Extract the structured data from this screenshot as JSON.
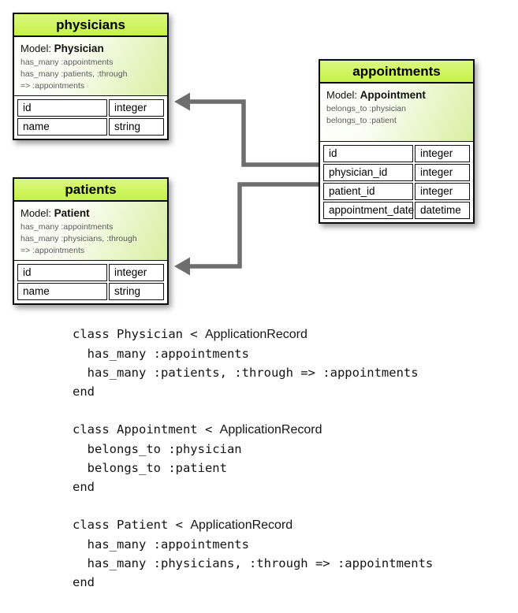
{
  "diagram": {
    "tables": [
      {
        "id": "physicians",
        "title": "physicians",
        "model_label": "Model:",
        "model_name": "Physician",
        "associations": [
          "has_many :appointments",
          "has_many :patients, :through",
          "=> :appointments"
        ],
        "columns": [
          {
            "name": "id",
            "type": "integer"
          },
          {
            "name": "name",
            "type": "string"
          }
        ]
      },
      {
        "id": "appointments",
        "title": "appointments",
        "model_label": "Model:",
        "model_name": "Appointment",
        "associations": [
          "belongs_to :physician",
          "belongs_to :patient"
        ],
        "columns": [
          {
            "name": "id",
            "type": "integer"
          },
          {
            "name": "physician_id",
            "type": "integer"
          },
          {
            "name": "patient_id",
            "type": "integer"
          },
          {
            "name": "appointment_date",
            "type": "datetime"
          }
        ]
      },
      {
        "id": "patients",
        "title": "patients",
        "model_label": "Model:",
        "model_name": "Patient",
        "associations": [
          "has_many :appointments",
          "has_many :physicians, :through",
          "=> :appointments"
        ],
        "columns": [
          {
            "name": "id",
            "type": "integer"
          },
          {
            "name": "name",
            "type": "string"
          }
        ]
      }
    ],
    "colors": {
      "header_green": "#c9f34e",
      "arrow_gray": "#6e6e6e",
      "association_text": "#5a5a5a"
    }
  },
  "code": {
    "sans_word": "ApplicationRecord",
    "blocks": [
      {
        "lines": [
          "class Physician < ApplicationRecord",
          "  has_many :appointments",
          "  has_many :patients, :through => :appointments",
          "end"
        ]
      },
      {
        "lines": [
          "class Appointment < ApplicationRecord",
          "  belongs_to :physician",
          "  belongs_to :patient",
          "end"
        ]
      },
      {
        "lines": [
          "class Patient < ApplicationRecord",
          "  has_many :appointments",
          "  has_many :physicians, :through => :appointments",
          "end"
        ]
      }
    ]
  }
}
